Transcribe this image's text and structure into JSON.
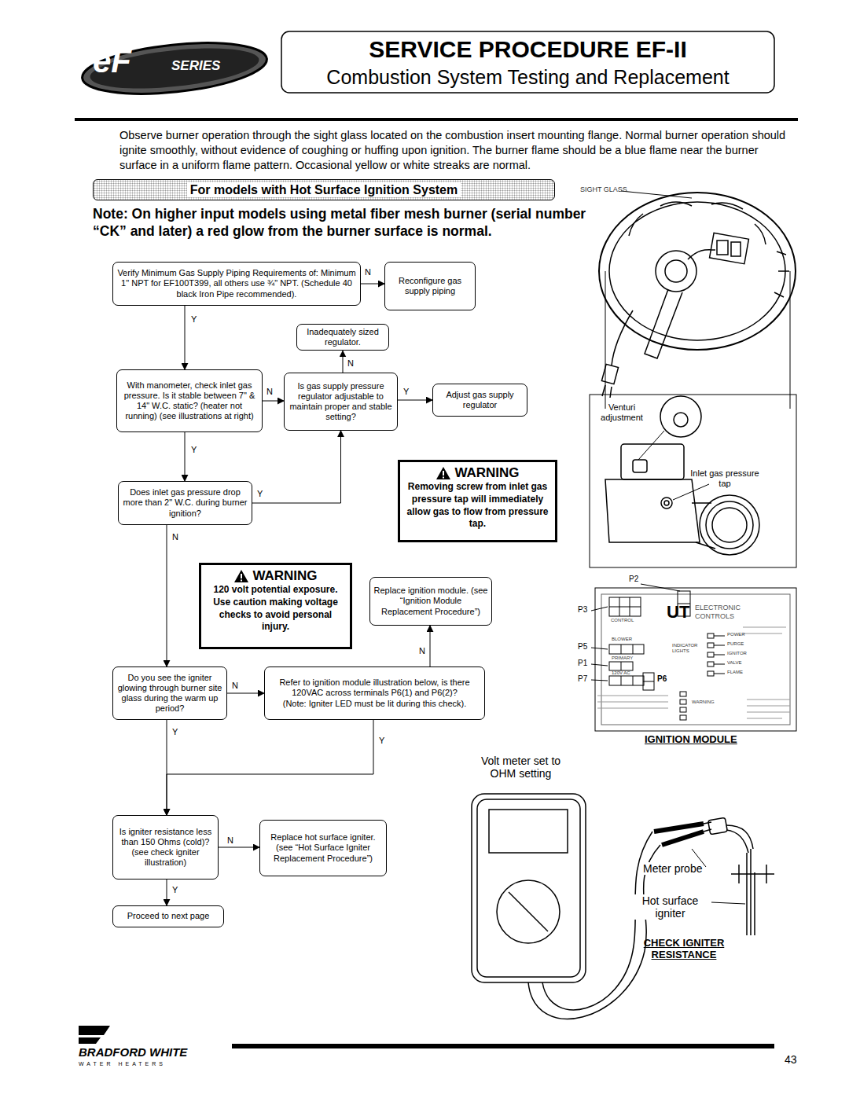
{
  "diagram": {
    "title": "SERVICE PROCEDURE EF-II",
    "nodes": [
      {
        "text": [
          "For models with Hot Surface Ignition System"
        ]
      },
      {
        "text": [
          "Verify Minimum Gas Supply Piping Requirements of: Minimum 1\" NPT for EF100T399, all others use ¾\" NPT. (Schedule 40 black Iron Pipe recommended)."
        ]
      },
      {
        "text": [
          "Reconfigure gas supply piping"
        ]
      },
      {
        "text": [
          "Inadequately sized regulator."
        ]
      },
      {
        "text": [
          "With manometer, check inlet gas pressure. Is it stable between 7\" & 14\" W.C. static? (heater not running) (see illustrations at right)"
        ]
      },
      {
        "text": [
          "Is gas supply pressure regulator adjustable to maintain proper and stable setting?"
        ]
      },
      {
        "text": [
          "Adjust gas supply regulator"
        ]
      },
      {
        "text": [
          "Does inlet gas pressure drop more than 2\" W.C. during burner ignition?"
        ]
      },
      {
        "text": [
          "WARNING",
          "Removing screw from inlet gas pressure tap will immediately allow gas to flow from pressure tap."
        ]
      },
      {
        "text": [
          "WARNING",
          "120 volt potential exposure. Use caution making voltage checks to avoid personal injury."
        ]
      },
      {
        "text": [
          "Replace ignition module. (see “Ignition Module Replacement Procedure”)"
        ]
      },
      {
        "text": [
          "Do you see the igniter glowing through burner site glass during the warm up period?"
        ]
      },
      {
        "text": [
          "Refer to ignition module illustration below, is there 120VAC across terminals P6(1) and P6(2)?",
          "(Note: Igniter LED must be lit during this check)."
        ]
      },
      {
        "text": [
          "Is igniter resistance less than 150 Ohms (cold)? (see check igniter illustration)"
        ]
      },
      {
        "text": [
          "Replace hot surface igniter. (see “Hot Surface Igniter Replacement Procedure”)"
        ]
      },
      {
        "text": [
          "Proceed to next page"
        ]
      }
    ],
    "edges": [
      {
        "from": 1,
        "to": 2,
        "label": "N",
        "arrow": "to"
      },
      {
        "from": 1,
        "to": 4,
        "label": "Y",
        "arrow": "to"
      },
      {
        "from": 4,
        "to": 5,
        "label": "N",
        "arrow": "to"
      },
      {
        "from": 5,
        "to": 3,
        "label": "N",
        "arrow": "to"
      },
      {
        "from": 5,
        "to": 6,
        "label": "Y",
        "arrow": "to"
      },
      {
        "from": 4,
        "to": 7,
        "label": "Y",
        "arrow": "to"
      },
      {
        "from": 7,
        "to": 5,
        "label": "Y",
        "arrow": "to"
      },
      {
        "from": 7,
        "to": 11,
        "label": "N",
        "arrow": "to"
      },
      {
        "from": 11,
        "to": 12,
        "label": "N",
        "arrow": "to"
      },
      {
        "from": 12,
        "to": 10,
        "label": "N",
        "arrow": "to"
      },
      {
        "from": 11,
        "to": 13,
        "label": "Y",
        "arrow": "to"
      },
      {
        "from": 12,
        "to": 13,
        "label": "Y",
        "arrow": "to"
      },
      {
        "from": 13,
        "to": 14,
        "label": "N",
        "arrow": "to"
      },
      {
        "from": 13,
        "to": 15,
        "label": "Y",
        "arrow": "to"
      }
    ],
    "labels": [
      "Combustion System Testing and Replacement",
      "eF",
      "SERIES",
      "Observe burner operation through the sight glass located on the combustion insert mounting flange. Normal burner operation should ignite smoothly, without evidence of coughing or huffing upon ignition. The burner flame should be a blue flame near the burner surface in a uniform flame pattern. Occasional yellow or white streaks are normal.",
      "Note: On higher input models using metal fiber mesh burner (serial number “CK” and later) a red glow from the burner surface is normal.",
      "SIGHT GLASS",
      "Venturi adjustment",
      "Inlet gas pressure tap",
      "P2",
      "P3",
      "P5",
      "P1",
      "P7",
      "P6",
      "UT",
      "ELECTRONIC",
      "CONTROLS",
      "CONTROL",
      "BLOWER",
      "PRIMARY",
      "120V AC",
      "INDICATOR LIGHTS",
      "POWER",
      "PURGE",
      "IGNITOR",
      "VALVE",
      "FLAME",
      "WARNING",
      "IGNITION MODULE",
      "Volt meter set to OHM setting",
      "Meter probe",
      "Hot surface igniter",
      "CHECK IGNITER RESISTANCE",
      "BRADFORD WHITE",
      "WATER HEATERS",
      "43"
    ]
  }
}
